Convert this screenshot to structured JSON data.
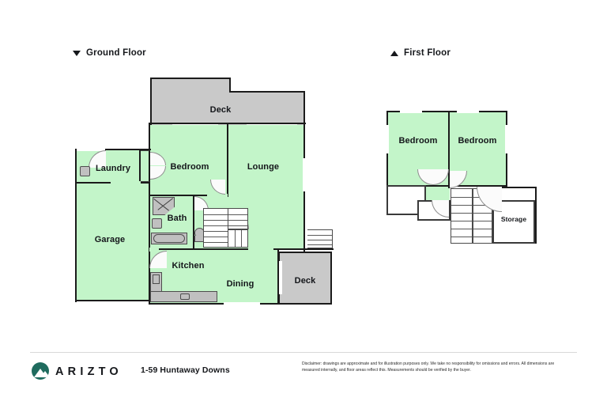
{
  "floors": [
    {
      "id": "ground",
      "label": "Ground Floor",
      "marker": "triangle-down"
    },
    {
      "id": "first",
      "label": "First Floor",
      "marker": "triangle-up"
    }
  ],
  "ground_floor": {
    "rooms": [
      {
        "name": "Deck",
        "label": "Deck",
        "type": "deck"
      },
      {
        "name": "Laundry",
        "label": "Laundry",
        "type": "room"
      },
      {
        "name": "Bedroom",
        "label": "Bedroom",
        "type": "room"
      },
      {
        "name": "Lounge",
        "label": "Lounge",
        "type": "room"
      },
      {
        "name": "Garage",
        "label": "Garage",
        "type": "room"
      },
      {
        "name": "Bath",
        "label": "Bath",
        "type": "room"
      },
      {
        "name": "Kitchen",
        "label": "Kitchen",
        "type": "room"
      },
      {
        "name": "Dining",
        "label": "Dining",
        "type": "room"
      },
      {
        "name": "Deck2",
        "label": "Deck",
        "type": "deck"
      }
    ]
  },
  "first_floor": {
    "rooms": [
      {
        "name": "Bedroom-left",
        "label": "Bedroom",
        "type": "room"
      },
      {
        "name": "Bedroom-right",
        "label": "Bedroom",
        "type": "room"
      },
      {
        "name": "Storage",
        "label": "Storage",
        "type": "white"
      }
    ]
  },
  "footer": {
    "brand": "ARIZTO",
    "address": "1-59 Huntaway Downs",
    "disclaimer": "Disclaimer: drawings are approximate and for illustration purposes only. We take no responsibility for omissions and errors. All dimensions are measured internally, and floor areas reflect this. Measurements should be verified by the buyer."
  },
  "colors": {
    "room_fill": "#c3f5c9",
    "deck_fill": "#c9c9c9",
    "wall": "#1b1b1b",
    "brand_teal": "#1f6b5e",
    "text": "#16181c"
  }
}
